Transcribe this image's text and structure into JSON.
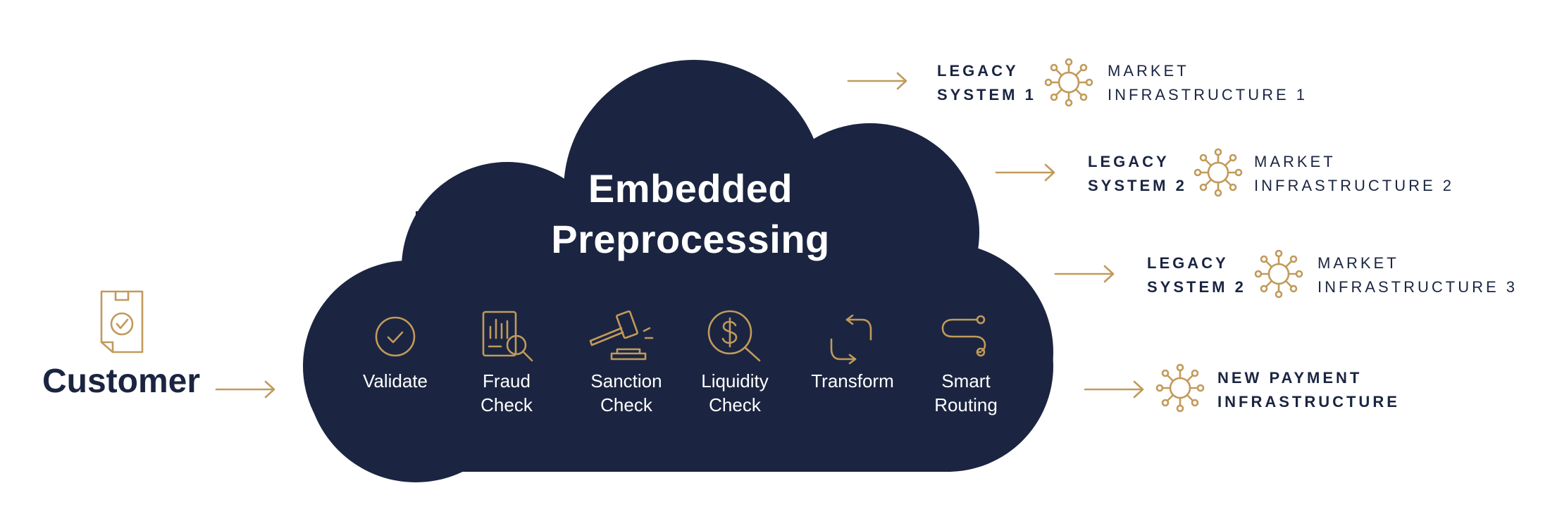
{
  "colors": {
    "navy": "#1b2541",
    "gold": "#c19a5b",
    "white": "#ffffff"
  },
  "customer": {
    "label": "Customer",
    "icon": "document-check-icon"
  },
  "cloud": {
    "title_line1": "Embedded",
    "title_line2": "Preprocessing",
    "steps": [
      {
        "icon": "check-circle-icon",
        "line1": "Validate",
        "line2": ""
      },
      {
        "icon": "document-search-icon",
        "line1": "Fraud",
        "line2": "Check"
      },
      {
        "icon": "gavel-icon",
        "line1": "Sanction",
        "line2": "Check"
      },
      {
        "icon": "dollar-search-icon",
        "line1": "Liquidity",
        "line2": "Check"
      },
      {
        "icon": "transform-arrows-icon",
        "line1": "Transform",
        "line2": ""
      },
      {
        "icon": "routing-path-icon",
        "line1": "Smart",
        "line2": "Routing"
      }
    ]
  },
  "targets": [
    {
      "legacy_line1": "LEGACY",
      "legacy_line2": "SYSTEM 1",
      "market_line1": "MARKET",
      "market_line2": "INFRASTRUCTURE 1",
      "icon": "network-hub-icon"
    },
    {
      "legacy_line1": "LEGACY",
      "legacy_line2": "SYSTEM 2",
      "market_line1": "MARKET",
      "market_line2": "INFRASTRUCTURE 2",
      "icon": "network-hub-icon"
    },
    {
      "legacy_line1": "LEGACY",
      "legacy_line2": "SYSTEM 2",
      "market_line1": "MARKET",
      "market_line2": "INFRASTRUCTURE 3",
      "icon": "network-hub-icon"
    },
    {
      "legacy_line1": "",
      "legacy_line2": "",
      "market_line1": "NEW PAYMENT",
      "market_line2": "INFRASTRUCTURE",
      "icon": "network-hub-icon"
    }
  ]
}
